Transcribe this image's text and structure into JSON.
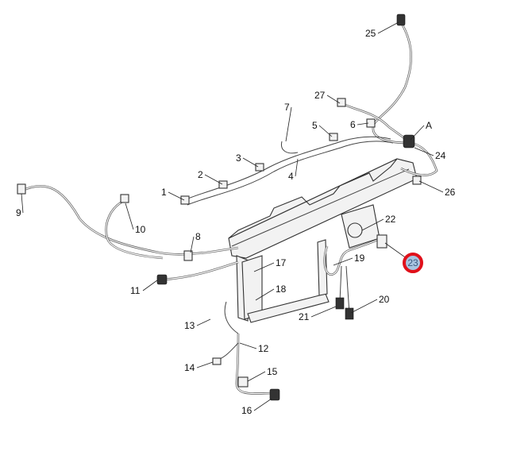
{
  "diagram": {
    "callouts": [
      "1",
      "2",
      "3",
      "4",
      "5",
      "6",
      "7",
      "8",
      "9",
      "10",
      "11",
      "12",
      "13",
      "14",
      "15",
      "16",
      "17",
      "18",
      "19",
      "20",
      "21",
      "22",
      "23",
      "24",
      "25",
      "26",
      "27",
      "A"
    ],
    "highlighted_callout": "23",
    "highlight_color": "#e0101a",
    "highlight_fill": "#a8c4e0"
  }
}
